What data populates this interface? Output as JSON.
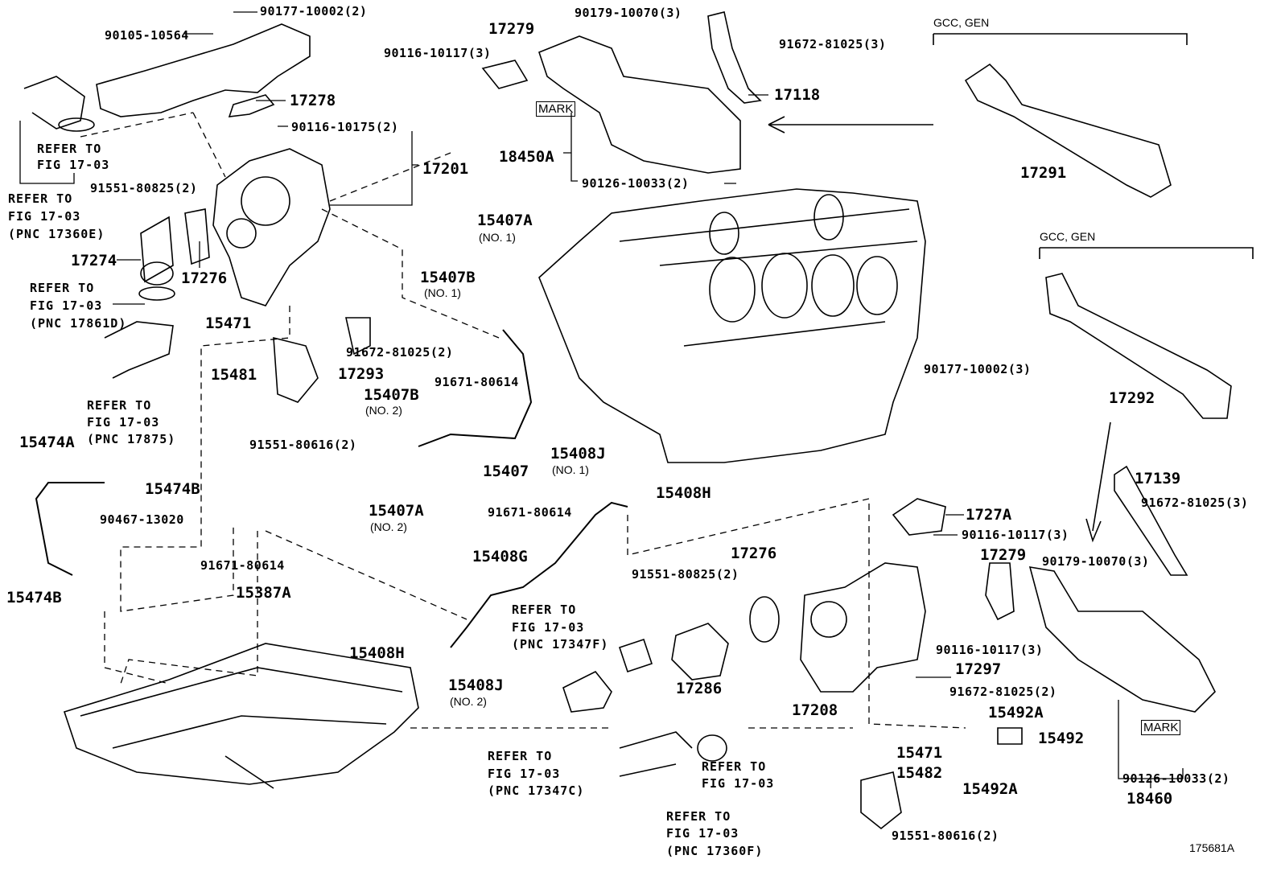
{
  "figure_id": "175681A",
  "labels": [
    "90177-10002(2)",
    "90105-10564",
    "17278",
    "90116-10175(2)",
    "REFER TO",
    "FIG 17-03",
    "REFER TO",
    "FIG 17-03",
    "(PNC 17360E)",
    "91551-80825(2)",
    "17274",
    "17276",
    "17201",
    "17279",
    "90116-10117(3)",
    "90179-10070(3)",
    "91672-81025(3)",
    "17118",
    "MARK",
    "18450A",
    "90126-10033(2)",
    "GCC, GEN",
    "17291",
    "GCC, GEN",
    "17292",
    "15407A",
    "(NO. 1)",
    "15407B",
    "(NO. 1)",
    "REFER TO",
    "FIG 17-03",
    "(PNC 17861D)",
    "15471",
    "91672-81025(2)",
    "17293",
    "15481",
    "91671-80614",
    "15407B",
    "(NO. 2)",
    "REFER TO",
    "FIG 17-03",
    "(PNC 17875)",
    "91551-80616(2)",
    "15474A",
    "15407",
    "15408J",
    "(NO. 1)",
    "15474B",
    "15408H",
    "15407A",
    "(NO. 2)",
    "90467-13020",
    "91671-80614",
    "15408G",
    "91671-80614",
    "15387A",
    "15474B",
    "90177-10002(3)",
    "17139",
    "91672-81025(3)",
    "1727A",
    "90116-10117(3)",
    "17276",
    "17279",
    "90179-10070(3)",
    "91551-80825(2)",
    "REFER TO",
    "FIG 17-03",
    "(PNC 17347F)",
    "15408H",
    "90116-10117(3)",
    "17297",
    "17286",
    "15408J",
    "(NO. 2)",
    "91672-81025(2)",
    "17208",
    "15492A",
    "15492",
    "MARK",
    "15471",
    "REFER TO",
    "FIG 17-03",
    "(PNC 17347C)",
    "REFER TO",
    "FIG 17-03",
    "90126-10033(2)",
    "15482",
    "15492A",
    "18460",
    "REFER TO",
    "FIG 17-03",
    "(PNC 17360F)",
    "91551-80616(2)"
  ]
}
